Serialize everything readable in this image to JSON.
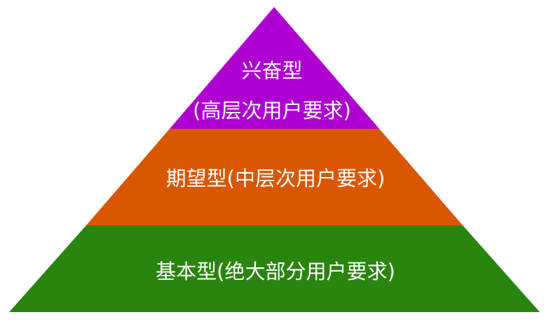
{
  "diagram": {
    "type": "pyramid",
    "tiers": [
      {
        "name": "top",
        "title": "兴奋型",
        "subtitle": "(高层次用户要求)",
        "color": "#AF00D2"
      },
      {
        "name": "middle",
        "title": "期望型(中层次用户要求)",
        "color": "#D95700"
      },
      {
        "name": "bottom",
        "title": "基本型(绝大部分用户要求)",
        "color": "#2A850F"
      }
    ]
  }
}
